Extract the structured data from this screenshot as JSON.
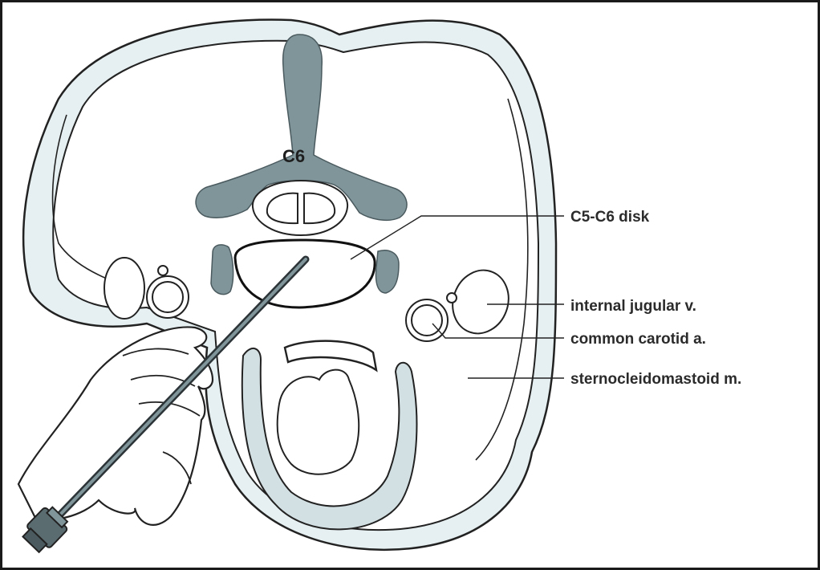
{
  "diagram": {
    "vertebra_label": "C6",
    "labels": {
      "disk": "C5-C6 disk",
      "jugular": "internal jugular v.",
      "carotid": "common carotid a.",
      "scm": "sternocleidomastoid m."
    },
    "colors": {
      "bone": "#7f959a",
      "skin_band": "#e6eff1",
      "outline": "#222222",
      "muscle": "#d3e0e3"
    }
  }
}
